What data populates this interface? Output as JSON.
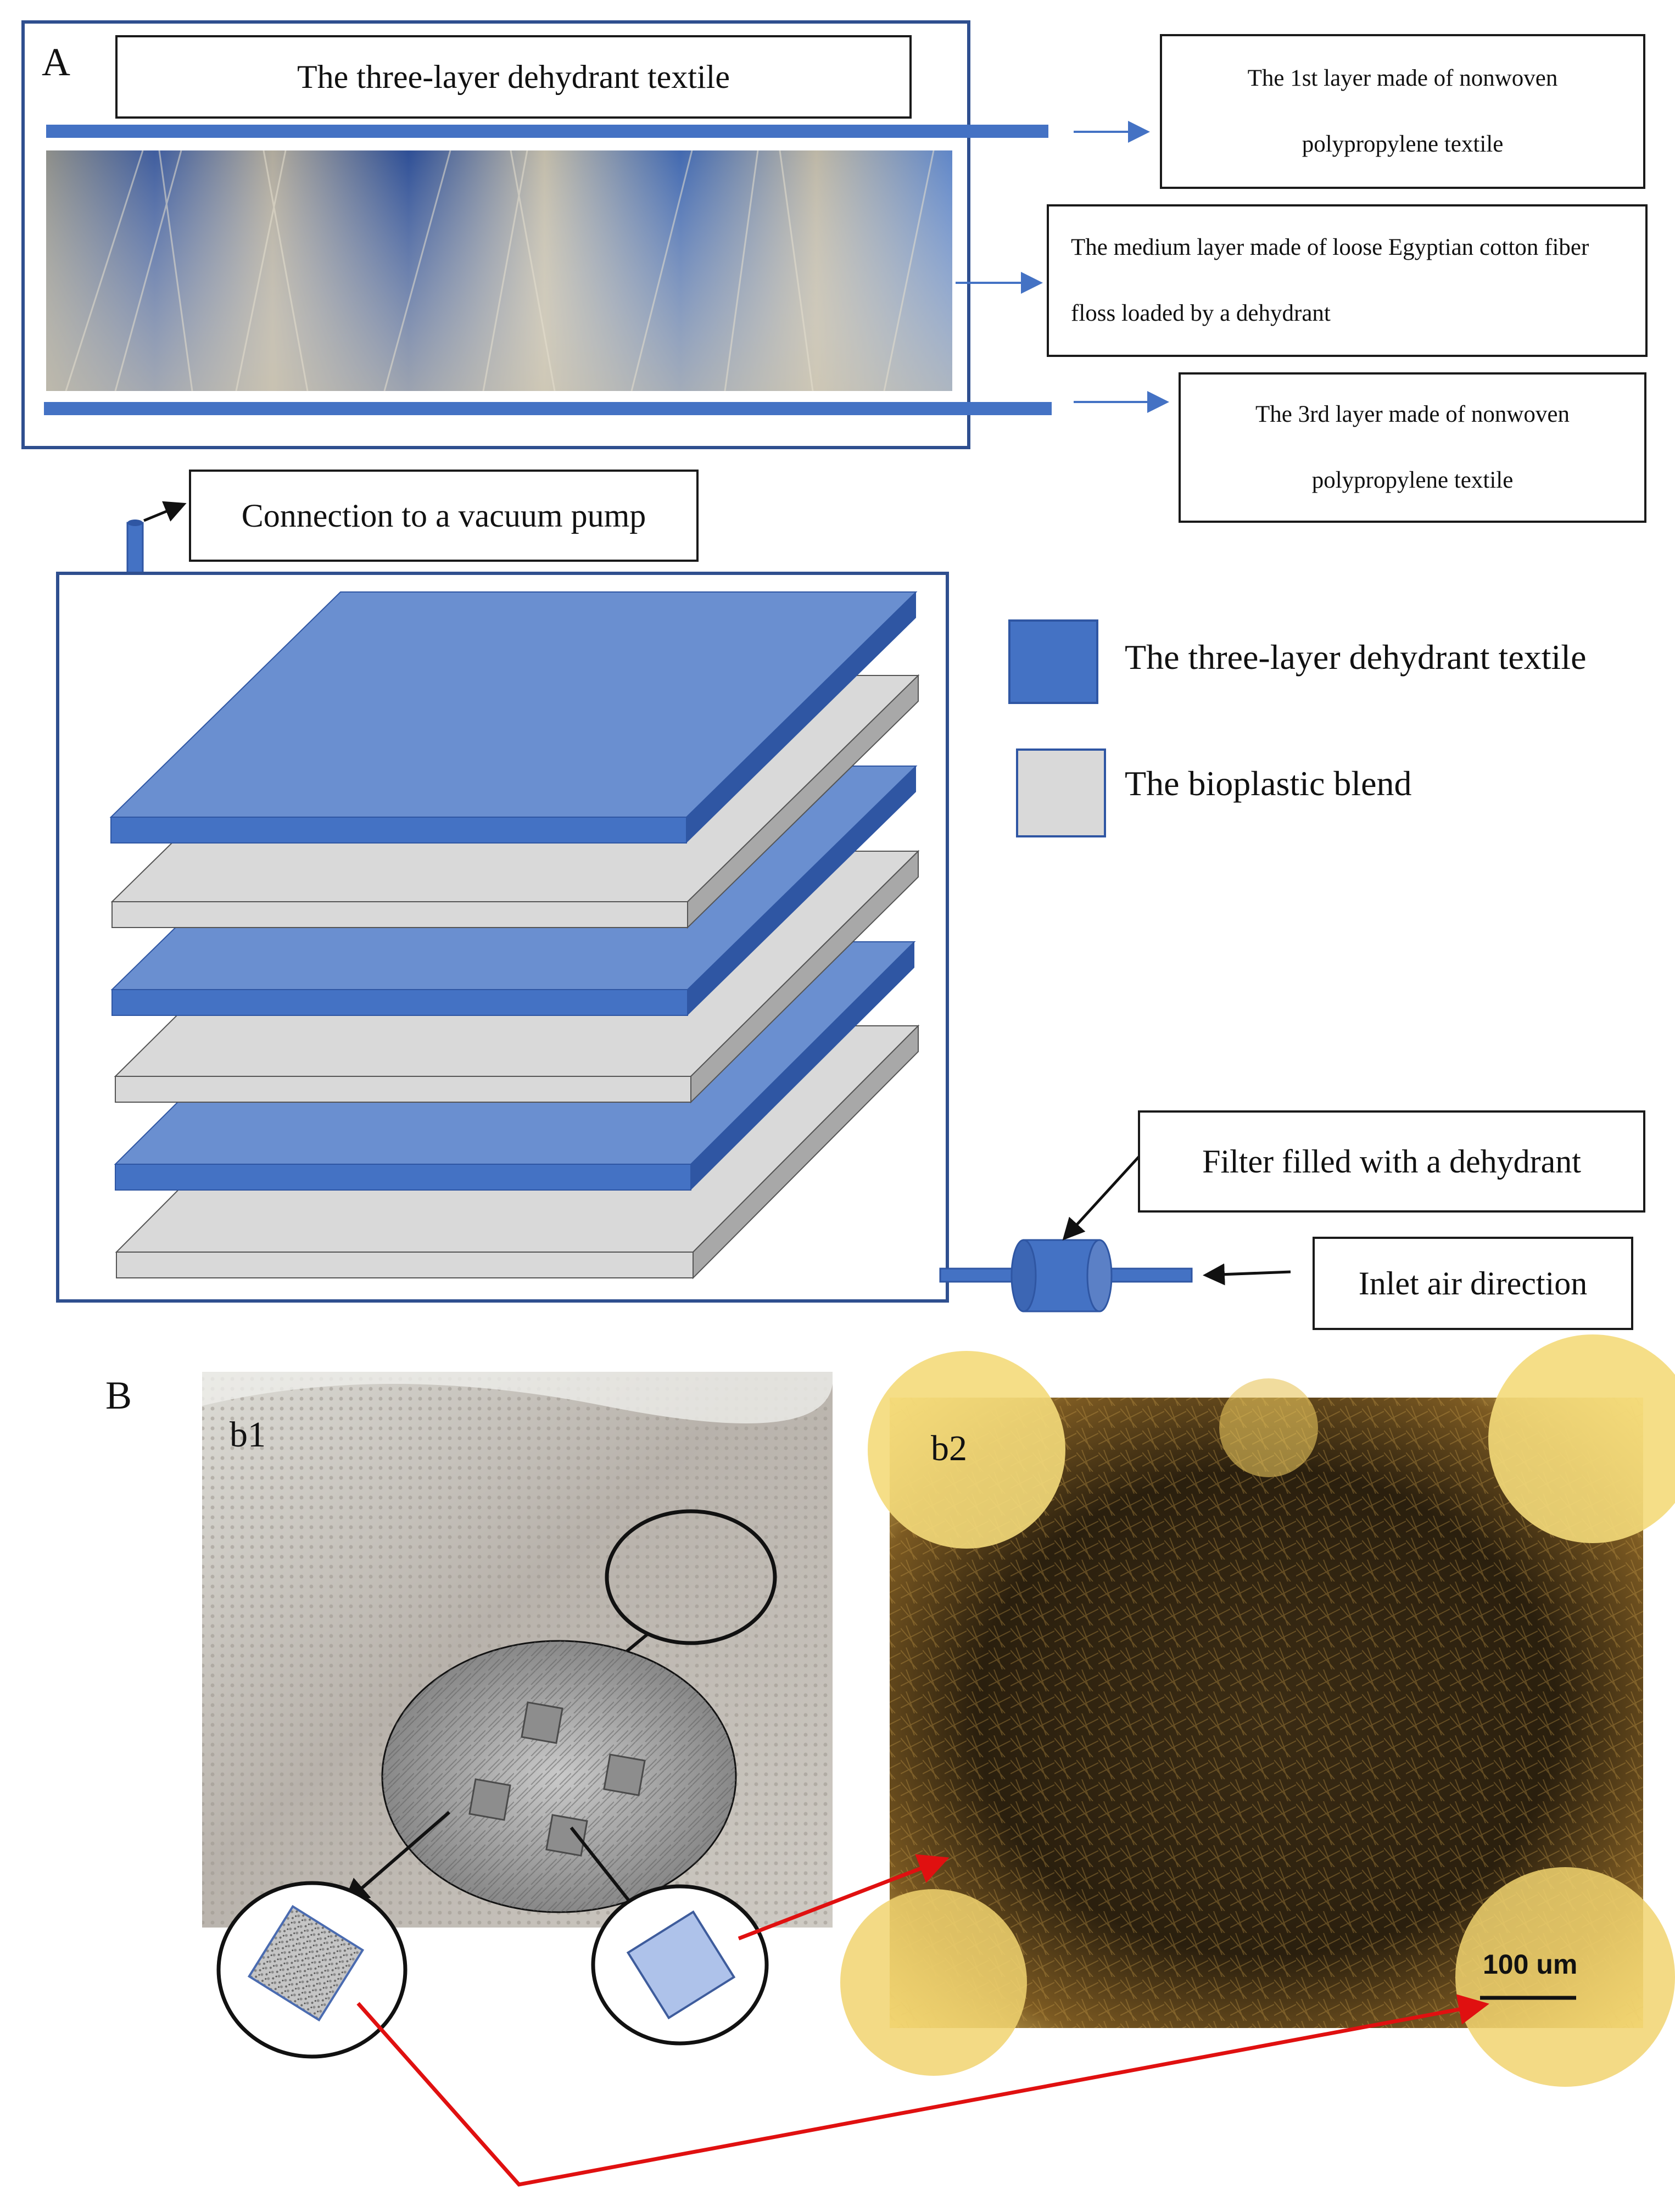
{
  "panel_a": {
    "letter": "A",
    "title": "The three-layer dehydrant textile",
    "layer1": "The 1st layer made of nonwoven polypropylene textile",
    "layer2": "The medium layer made of loose Egyptian cotton fiber floss loaded by a dehydrant",
    "layer3": "The 3rd layer made of nonwoven polypropylene textile",
    "vacuum": "Connection to a vacuum pump",
    "filter": "Filter filled with a dehydrant",
    "inlet": "Inlet air direction",
    "legend": {
      "textile": "The three-layer dehydrant textile",
      "bioplastic": "The bioplastic blend"
    }
  },
  "panel_b": {
    "letter": "B",
    "b1": "b1",
    "b2": "b2",
    "scale_bar": "100 um"
  },
  "colors": {
    "blue": "#4472c4",
    "blue_top": "#6a8fd0",
    "blue_side": "#2f56a3",
    "gray": "#d9d9d9",
    "gray_side": "#a8a8a8",
    "red": "#e01010"
  }
}
